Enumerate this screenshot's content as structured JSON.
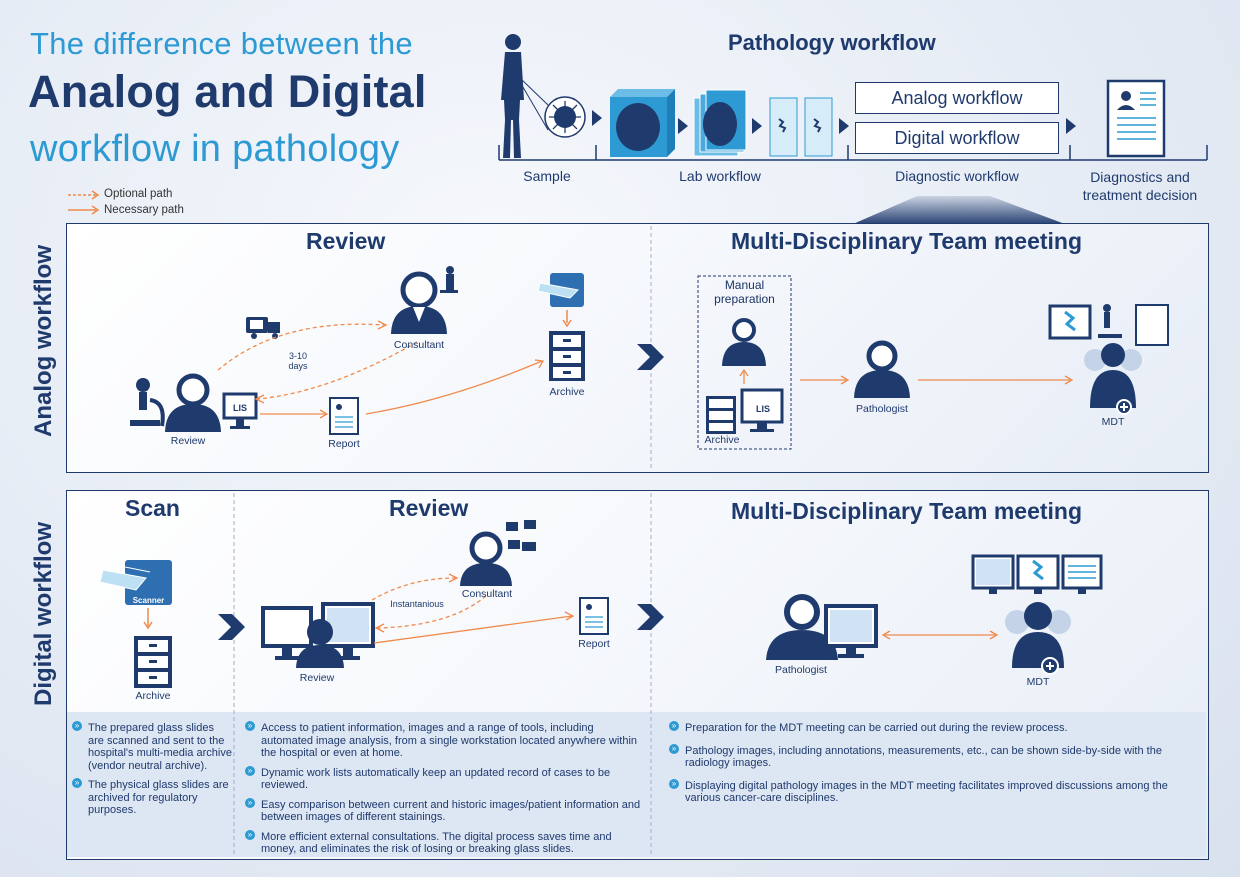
{
  "title": {
    "line1": "The difference between the",
    "line2": "Analog and Digital",
    "line3": "workflow in pathology"
  },
  "pathology": {
    "title": "Pathology workflow",
    "analog_box": "Analog workflow",
    "digital_box": "Digital workflow",
    "stages": {
      "sample": "Sample",
      "lab": "Lab workflow",
      "diagnostic": "Diagnostic workflow",
      "decision": "Diagnostics and\ntreatment decision"
    }
  },
  "legend": {
    "optional": "Optional path",
    "necessary": "Necessary path"
  },
  "analog": {
    "label": "Analog workflow",
    "review_title": "Review",
    "mdt_title": "Multi-Disciplinary Team meeting",
    "consultant": "Consultant",
    "days": "3-10\ndays",
    "review": "Review",
    "lis": "LIS",
    "report": "Report",
    "archive": "Archive",
    "manual_prep": "Manual\npreparation",
    "archive2": "Archive",
    "lis2": "LIS",
    "pathologist": "Pathologist",
    "mdt": "MDT"
  },
  "digital": {
    "label": "Digital workflow",
    "scan_title": "Scan",
    "review_title": "Review",
    "mdt_title": "Multi-Disciplinary Team meeting",
    "scanner": "Scanner",
    "archive": "Archive",
    "consultant": "Consultant",
    "instant": "Instantanious",
    "review": "Review",
    "report": "Report",
    "pathologist": "Pathologist",
    "mdt": "MDT",
    "scan_bullets": [
      "The prepared glass slides are scanned and sent to the hospital's multi-media archive (vendor neutral archive).",
      "The physical glass slides are archived for regulatory purposes."
    ],
    "review_bullets": [
      "Access to patient information, images and a range of tools, including automated image analysis, from a single workstation located anywhere within the hospital or even at home.",
      "Dynamic work lists automatically keep an updated record of cases to be reviewed.",
      "Easy comparison between current and historic images/patient information and between images of different stainings.",
      "More efficient external consultations. The digital process saves time and money, and eliminates the risk of losing or breaking glass slides."
    ],
    "mdt_bullets": [
      "Preparation for the MDT meeting can be carried out during the review process.",
      "Pathology images, including annotations, measurements, etc., can be shown side-by-side with the radiology images.",
      "Displaying digital pathology images in the MDT meeting facilitates improved discussions among the various cancer-care disciplines."
    ]
  },
  "colors": {
    "navy": "#1f3a6d",
    "blue": "#2d9ad3",
    "orange": "#f08a4b"
  }
}
